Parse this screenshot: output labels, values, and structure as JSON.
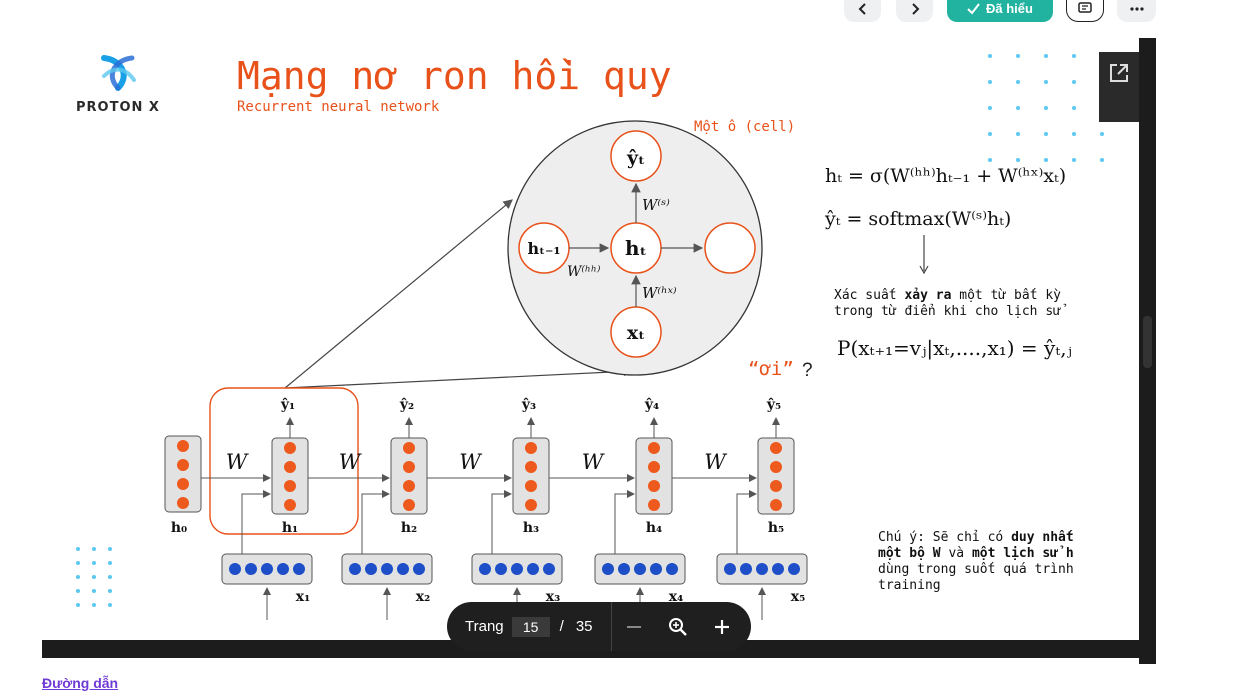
{
  "toolbar": {
    "prev_icon": "chevron-left-icon",
    "next_icon": "chevron-right-icon",
    "understood_label": "Đã hiểu",
    "comment_icon": "comment-icon",
    "more_icon": "more-icon"
  },
  "slide": {
    "logo_text": "PROTON X",
    "title": "Mạng nơ ron hồi quy",
    "subtitle": "Recurrent neural network",
    "cell_label": "Một ô (cell)",
    "oi_label": "“ơi”",
    "oi_question": "?",
    "eq1": "hₜ = σ(W⁽ʰʰ⁾hₜ₋₁ + W⁽ʰˣ⁾xₜ)",
    "eq2": "ŷₜ = softmax(W⁽ˢ⁾hₜ)",
    "prob_note_line1_a": "Xác suất ",
    "prob_note_line1_b": "xảy ra",
    "prob_note_line1_c": " một từ bất kỳ",
    "prob_note_line2": "trong từ điển khi cho lịch sử",
    "eq3": "P(xₜ₊₁=vⱼ|xₜ,....,x₁) = ŷₜ,ⱼ",
    "note_a": "Chú ý: Sẽ chỉ có ",
    "note_b": "duy nhất",
    "note_c": "một bộ W",
    "note_d": " và ",
    "note_e": "một lịch sử h",
    "note_f": "dùng trong suốt quá trình",
    "note_g": "training",
    "w_label": "W",
    "cell_nodes": {
      "y": "ŷₜ",
      "h_prev": "hₜ₋₁",
      "h": "hₜ",
      "x": "xₜ",
      "ws": "W⁽ˢ⁾",
      "whh": "W⁽ʰʰ⁾",
      "whx": "W⁽ʰˣ⁾"
    },
    "h_labels": [
      "h₀",
      "h₁",
      "h₂",
      "h₃",
      "h₄",
      "h₅"
    ],
    "y_labels": [
      "ŷ₁",
      "ŷ₂",
      "ŷ₃",
      "ŷ₄",
      "ŷ₅"
    ],
    "x_labels": [
      "x₁",
      "x₂",
      "x₃",
      "x₄",
      "x₅"
    ]
  },
  "colors": {
    "accent_orange": "#e8521a",
    "node_orange": "#ee5a1d",
    "node_blue": "#1e4fc9",
    "teal": "#22b3a0"
  },
  "pager": {
    "label": "Trang",
    "current": "15",
    "separator": "/",
    "total": "35",
    "zoom_out_icon": "minus-icon",
    "zoom_icon": "zoom-icon",
    "zoom_in_icon": "plus-icon"
  },
  "footer": {
    "link_label": "Đường dẫn"
  }
}
